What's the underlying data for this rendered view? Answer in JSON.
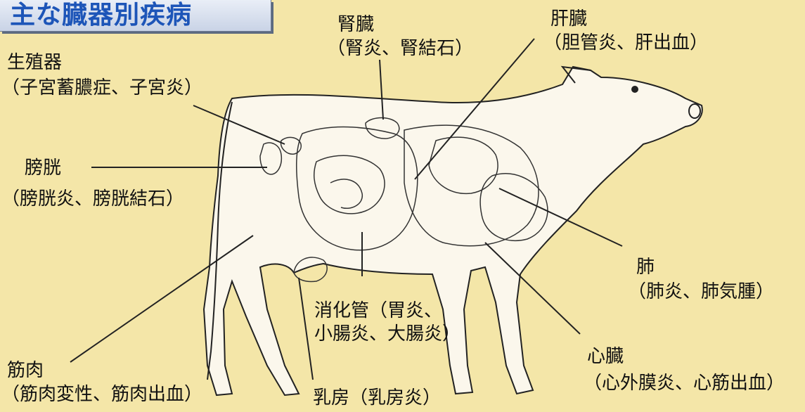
{
  "title": "主な臓器別疾病",
  "labels": {
    "kidney": {
      "name": "腎臓",
      "diseases": "（腎炎、腎結石）"
    },
    "liver": {
      "name": "肝臓",
      "diseases": "（胆管炎、肝出血）"
    },
    "reproductive": {
      "name": "生殖器",
      "diseases": "（子宮蓄膿症、子宮炎）"
    },
    "bladder": {
      "name": "膀胱",
      "diseases": "（膀胱炎、膀胱結石）"
    },
    "lung": {
      "name": "肺",
      "diseases": "（肺炎、肺気腫）"
    },
    "digestive": {
      "line1": "消化管（胃炎、",
      "line2": "小腸炎、大腸炎）"
    },
    "muscle": {
      "name": "筋肉",
      "diseases": "（筋肉変性、筋肉出血）"
    },
    "heart": {
      "name": "心臓",
      "diseases": "（心外膜炎、心筋出血）"
    },
    "udder": {
      "text": "乳房（乳房炎）"
    }
  },
  "colors": {
    "background": "#f4e6a8",
    "title": "#1d55b8",
    "body": "#fbf7ec",
    "line": "#222222"
  }
}
